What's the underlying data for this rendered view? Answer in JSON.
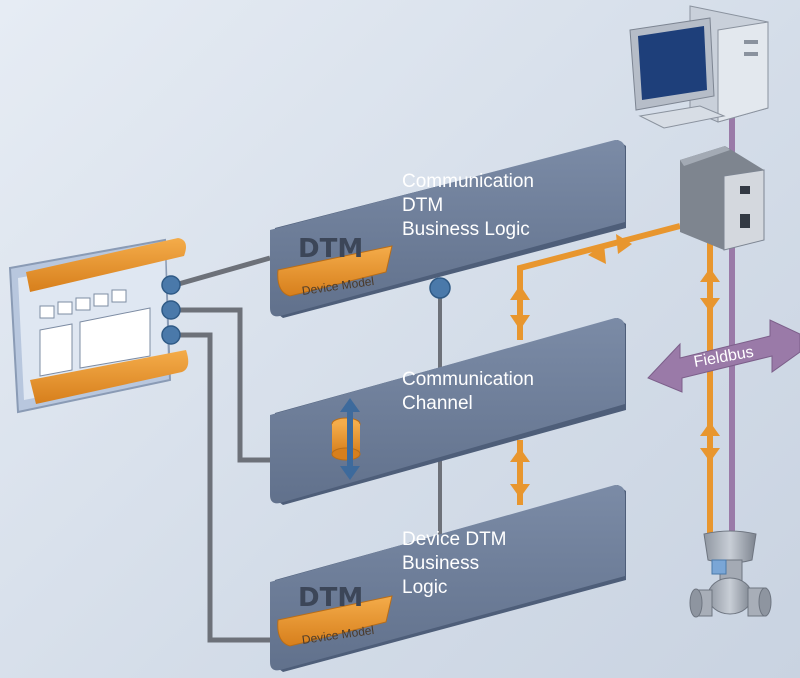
{
  "blocks": {
    "communication_dtm": {
      "dtm_label": "DTM",
      "device_model_label": "Device Model",
      "text": "Communication\nDTM\nBusiness Logic"
    },
    "communication_channel": {
      "text": "Communication\nChannel"
    },
    "device_dtm": {
      "dtm_label": "DTM",
      "device_model_label": "Device Model",
      "text": "Device DTM\nBusiness\nLogic"
    }
  },
  "fieldbus_label": "Fieldbus",
  "colors": {
    "block_fill": "#6b7c98",
    "block_side": "#4e5e79",
    "orange": "#e8962e",
    "bus_purple": "#9a7aa8",
    "wire_gray": "#6d7179",
    "dot_blue": "#4a79aa"
  }
}
